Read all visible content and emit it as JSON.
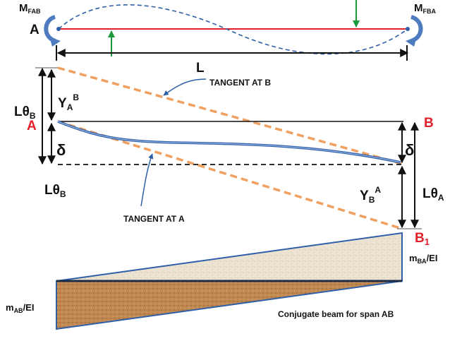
{
  "labels": {
    "m_fab_main": "M",
    "m_fab_sub": "FAB",
    "m_fba_main": "M",
    "m_fba_sub": "FBA",
    "point_a_top": "A",
    "span_length": "L",
    "tangent_b": "TANGENT AT  B",
    "tangent_a": "TANGENT AT A",
    "l_theta_b_upper_main": "Lθ",
    "l_theta_b_upper_sub": "B",
    "y_a_b_main": "Y",
    "y_a_b_sub": "A",
    "y_a_b_sup": "B",
    "point_a_red": "A",
    "point_b_red": "B",
    "delta_left": "δ",
    "delta_right": "δ",
    "l_theta_b_lower_main": "Lθ",
    "l_theta_b_lower_sub": "B",
    "y_b_a_main": "Y",
    "y_b_a_sub": "B",
    "y_b_a_sup": "A",
    "l_theta_a_main": "Lθ",
    "l_theta_a_sub": "A",
    "point_b1_main": "B",
    "point_b1_sub": "1",
    "m_ba_ei": "m",
    "m_ba_ei_sub": "BA",
    "m_ba_ei_tail": "/EI",
    "m_ab_ei": "m",
    "m_ab_ei_sub": "AB",
    "m_ab_ei_tail": "/EI",
    "conjugate_caption": "Conjugate beam for span AB"
  },
  "colors": {
    "beam_line": "#e0202a",
    "deflected_shape": "#2f5fa8",
    "reaction_arrow": "#1a9a3a",
    "moment_arrow": "#4f7cc0",
    "tangent_line": "#f0a060",
    "dimension_line": "#111111",
    "red_text": "#e0202a"
  }
}
